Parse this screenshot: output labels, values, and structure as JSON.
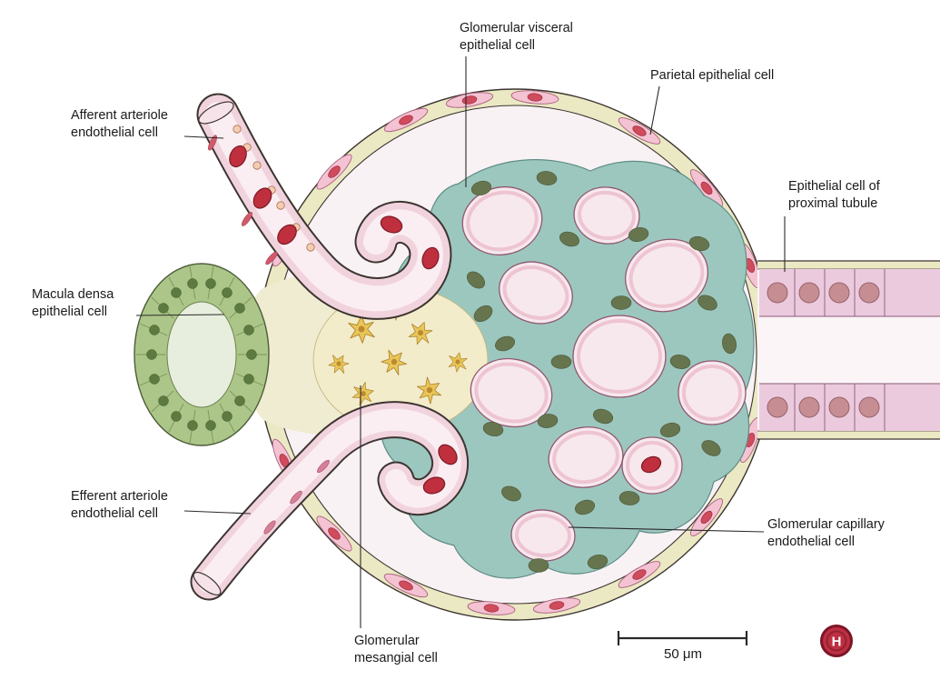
{
  "labels": [
    {
      "text": "Glomerular visceral\nepithelial cell"
    },
    {
      "text": "Parietal epithelial cell"
    },
    {
      "text": "Afferent arteriole\nendothelial cell"
    },
    {
      "text": "Epithelial cell of\nproximal tubule"
    },
    {
      "text": "Macula densa\nepithelial cell"
    },
    {
      "text": "Efferent arteriole\nendothelial cell"
    },
    {
      "text": "Glomerular capillary\nendothelial cell"
    },
    {
      "text": "Glomerular\nmesangial cell"
    }
  ],
  "scale_bar": {
    "label": "50 μm"
  },
  "logo": {
    "letter": "H"
  },
  "palette": {
    "background": "#ffffff",
    "outline": "#3c3530",
    "capsule_membrane": "#ebe8c4",
    "urinary_space": "#f9f2f4",
    "parietal_cell": "#f4c3d3",
    "parietal_nucleus": "#d04b5c",
    "podocyte": "#9cc7bf",
    "podocyte_nucleus": "#66754e",
    "capillary_lumen": "#f7e8ed",
    "capillary_wall": "#eec4d2",
    "red_blood_cell": "#bf2f3e",
    "mesangial_matrix": "#f3eccb",
    "mesangial_cell": "#e9c558",
    "macula_densa_cell": "#abc688",
    "macula_densa_nucleus": "#5d7a41",
    "proximal_tubule_cell": "#eccade",
    "proximal_tubule_nucleus": "#c68e92",
    "arteriole_wall": "#f1d3de",
    "arteriole_lumen": "#faeef2",
    "label_text": "#1a1a1a",
    "logo_red": "#bd2f43"
  }
}
